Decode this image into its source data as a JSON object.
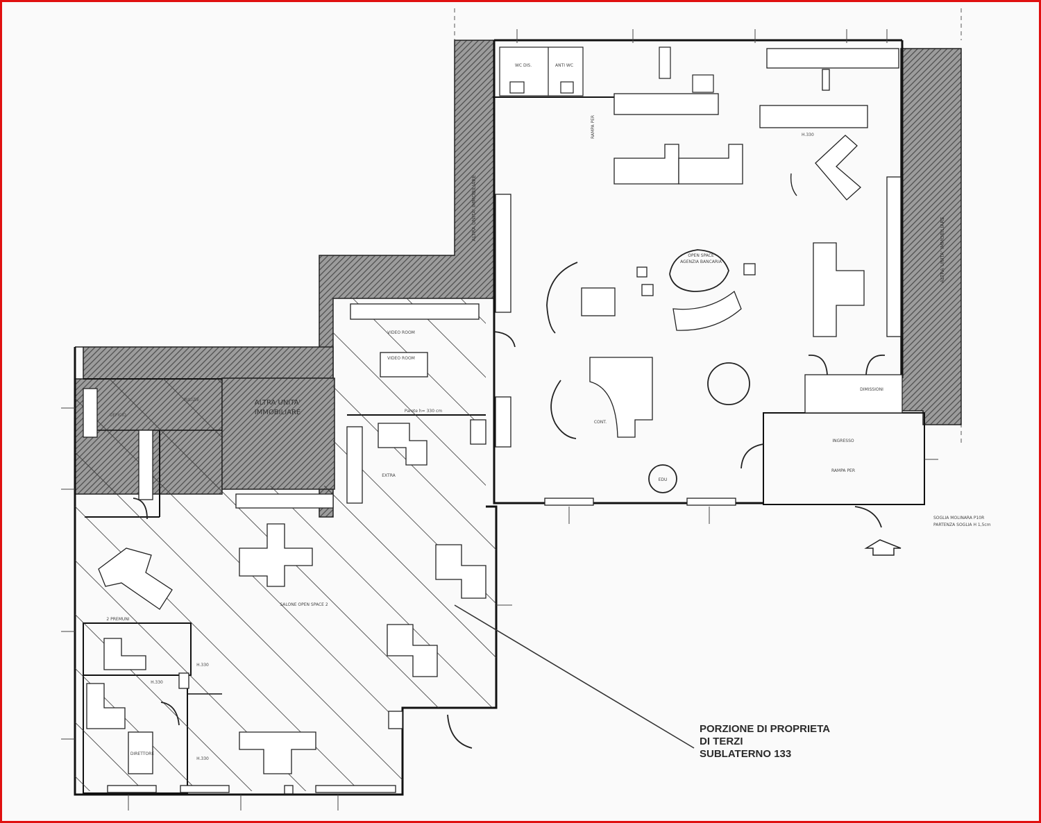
{
  "plan": {
    "other_unit_center": [
      "ALTRA UNITA'",
      "IMMOBILIARE"
    ],
    "other_unit_left": "ALTRA UNITA' IMMOBILIARE",
    "other_unit_right": "ALTRA UNITA' IMMOBILIARE",
    "wc_dis": "WC DIS.",
    "anti_wc": "ANTI WC",
    "rampa_top": "RAMPA PER",
    "h_330": "H.330",
    "open_space": [
      "OPEN SPACE",
      "AGENZIA BANCARIA"
    ],
    "video_room": "VIDEO ROOM",
    "parete": "Parete h= 330 cm",
    "ufficio": "UFFICIO",
    "pulizie": "PULIZIE",
    "extra": "EXTRA",
    "cons": "CONT.",
    "edu": "EDU",
    "ingresso": "INGRESSO",
    "rampa_ingresso": "RAMPA PER",
    "dimissioni": "DIMISSIONI",
    "salone": [
      "SALONE OPEN SPACE 2"
    ],
    "primari": "2 PREMUNI",
    "direttore": "DIRETTORE",
    "h330_a": "H.330",
    "h330_b": "H.330",
    "h330_c": "H.330",
    "soglia": [
      "SOGLIA MOLINARA P10R",
      "PARTENZA SOGLIA H 1,5cm"
    ],
    "third_party": [
      "PORZIONE DI PROPRIETA",
      "DI TERZI",
      "SUBLATERNO 133"
    ]
  }
}
